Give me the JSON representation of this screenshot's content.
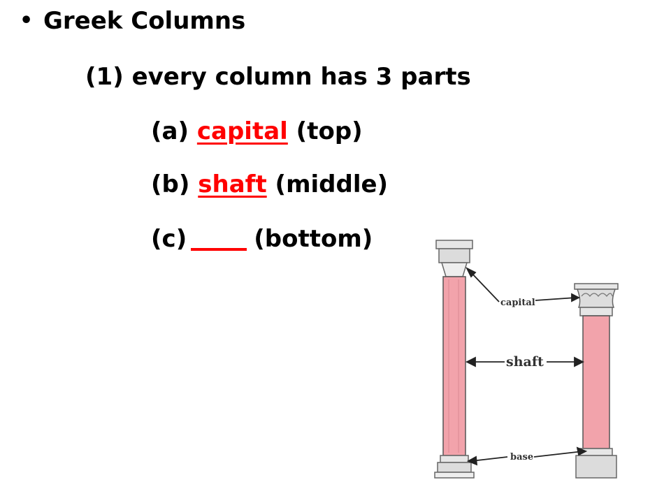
{
  "slide": {
    "bullet": "•",
    "title": "Greek Columns",
    "point1": "(1) every column has 3 parts",
    "a_prefix": "(a)",
    "a_term": "capital",
    "a_suffix": "(top)",
    "b_prefix": "(b)",
    "b_term": "shaft",
    "b_suffix": "(middle)",
    "c_prefix": "(c)",
    "c_suffix": "(bottom)"
  },
  "figure": {
    "label_capital": "capital",
    "label_shaft": "shaft",
    "label_base": "base"
  },
  "colors": {
    "accent": "#ff0000",
    "shaft_fill": "#f2a3ab"
  }
}
